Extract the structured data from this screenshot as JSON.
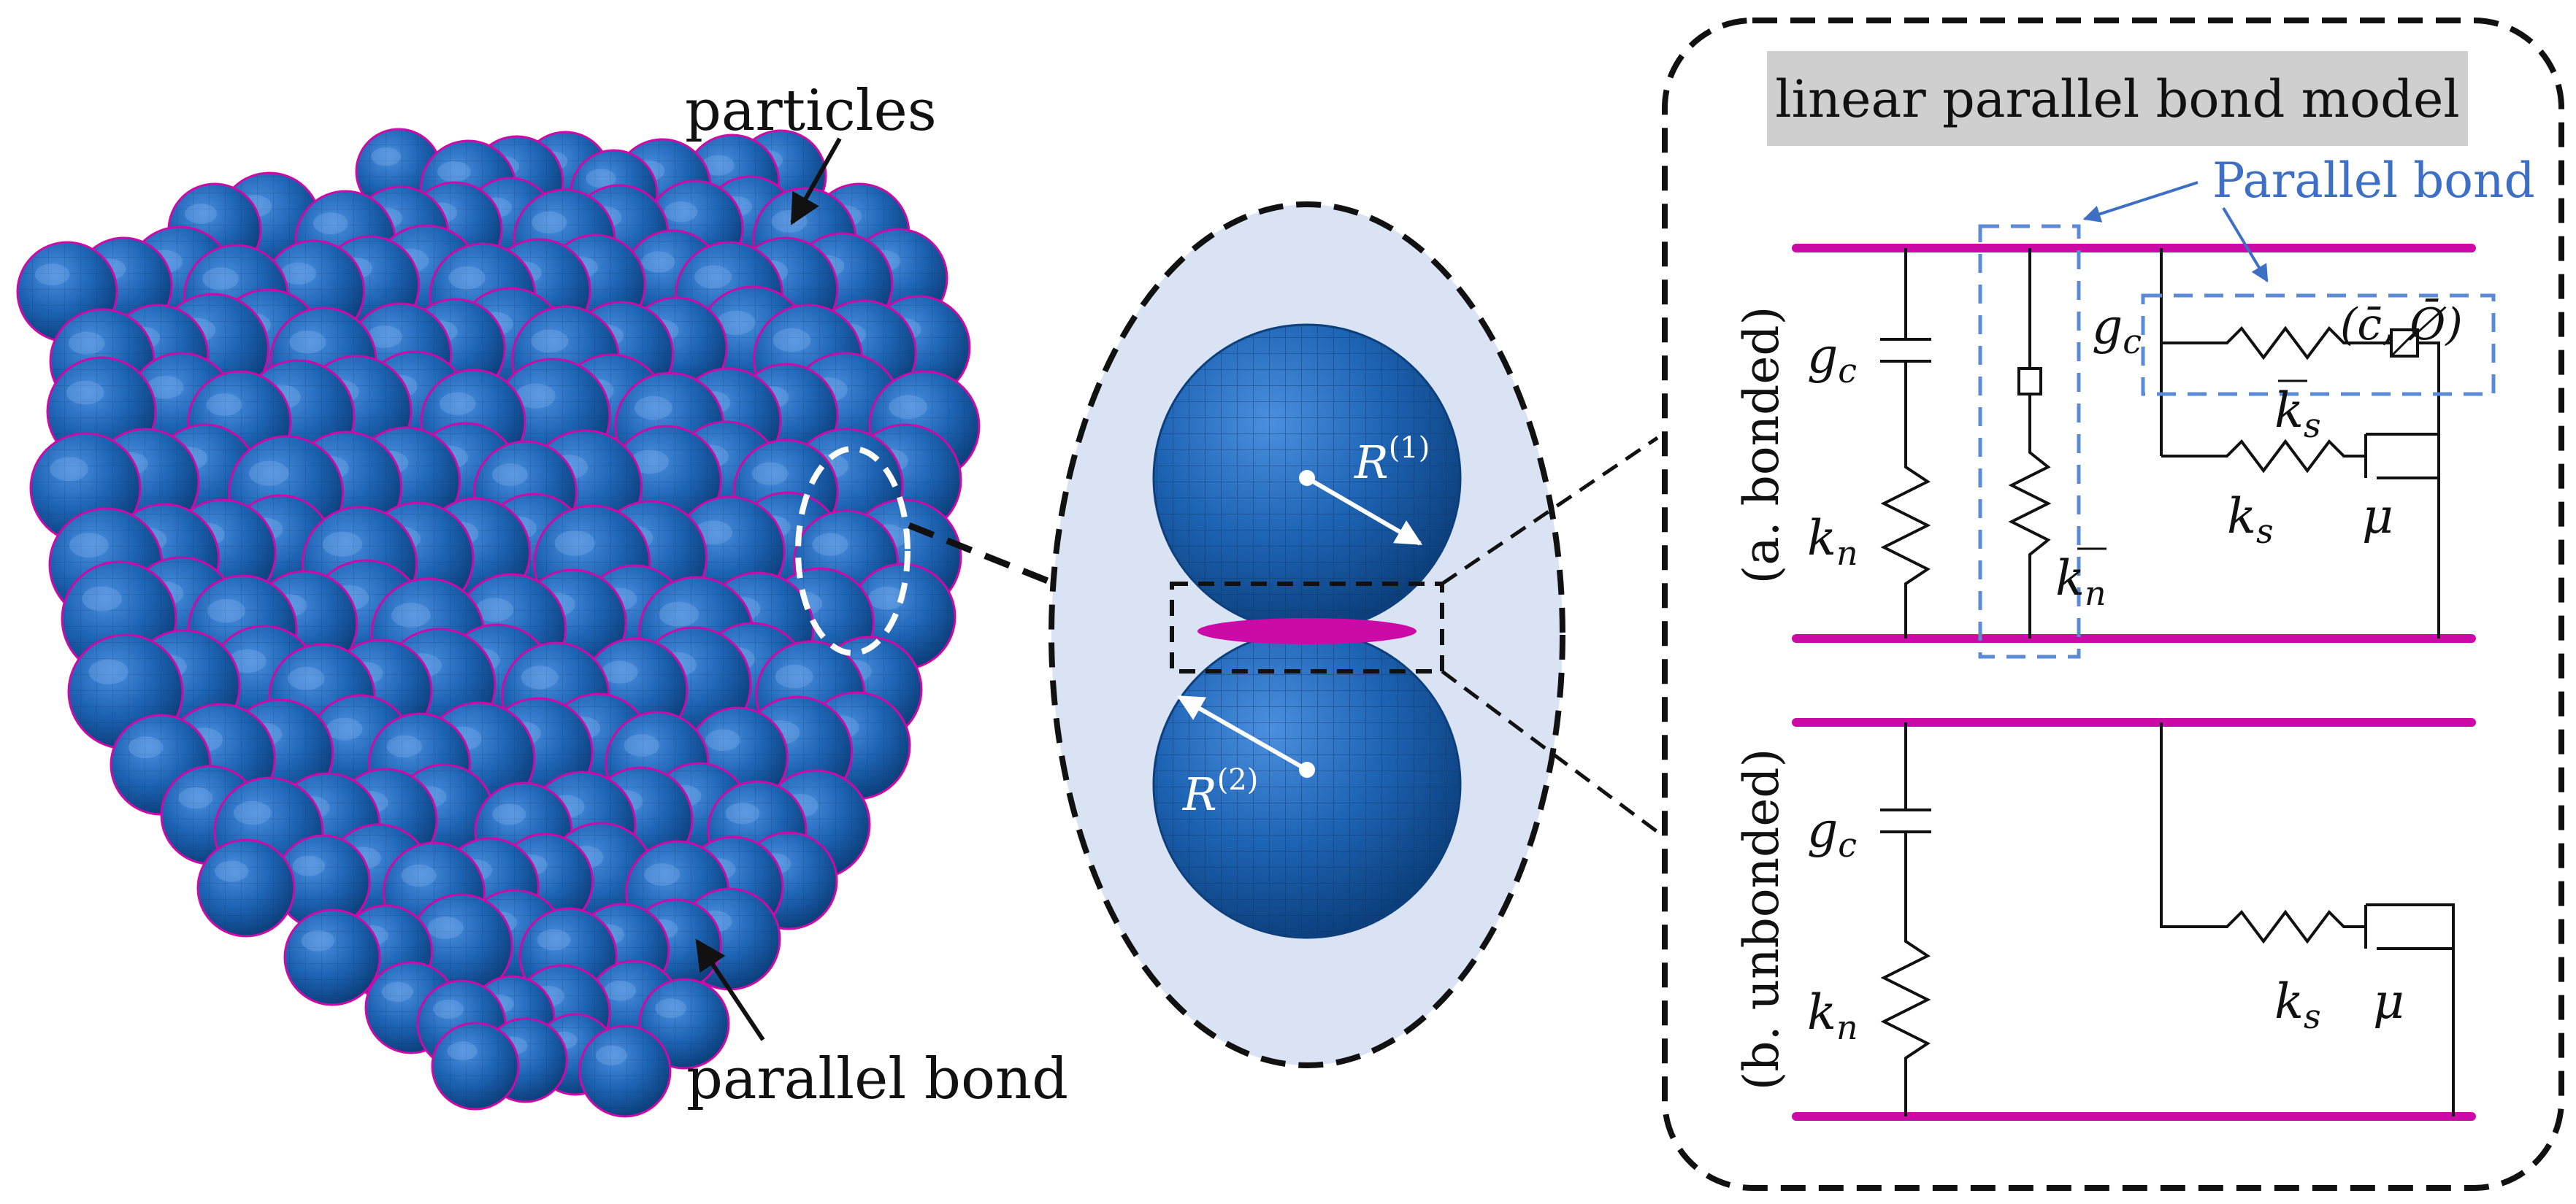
{
  "colors": {
    "particle": "#1d63b3",
    "particle_dark": "#0c3f7c",
    "bond": "#cc0aa8",
    "frame_dash_blue": "#5b8ad6",
    "title_bg": "#cfcfcf",
    "zoom_bg": "#d9e3f3"
  },
  "cluster": {
    "label_particles": "particles",
    "label_bond": "parallel bond"
  },
  "zoom": {
    "r1_base": "R",
    "r1_sup": "(1)",
    "r2_base": "R",
    "r2_sup": "(2)"
  },
  "model": {
    "title": "linear parallel bond model",
    "parallel_bond_label": "Parallel bond",
    "bonded_label": "(a. bonded)",
    "unbonded_label": "(b. unbonded)",
    "gc_base": "g",
    "gc_sub": "c",
    "kn_base": "k",
    "kn_sub": "n",
    "ks_base": "k",
    "ks_sub": "s",
    "mu": "μ",
    "strength": "(c̄, Ø̄)"
  }
}
